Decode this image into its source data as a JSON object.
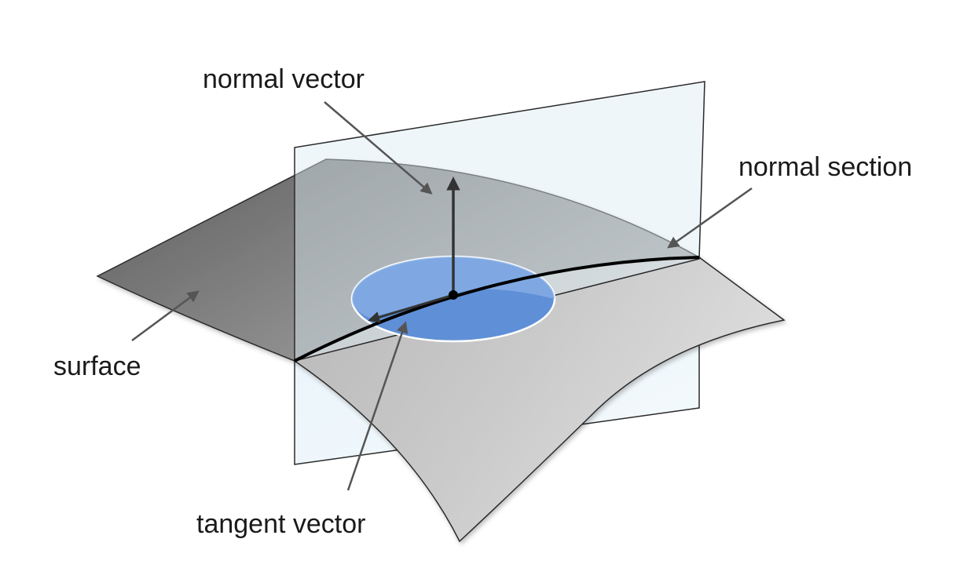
{
  "labels": {
    "normal_vector": "normal vector",
    "normal_section": "normal section",
    "surface": "surface",
    "tangent_vector": "tangent vector"
  },
  "colors": {
    "plane_fill": "#eaf5fb",
    "plane_stroke": "#2a2a2a",
    "surface_dark": "#6e6e6e",
    "surface_light": "#cfcfcf",
    "disk_fill": "#5f8fd6",
    "arrow": "#333333",
    "leader": "#555555"
  }
}
